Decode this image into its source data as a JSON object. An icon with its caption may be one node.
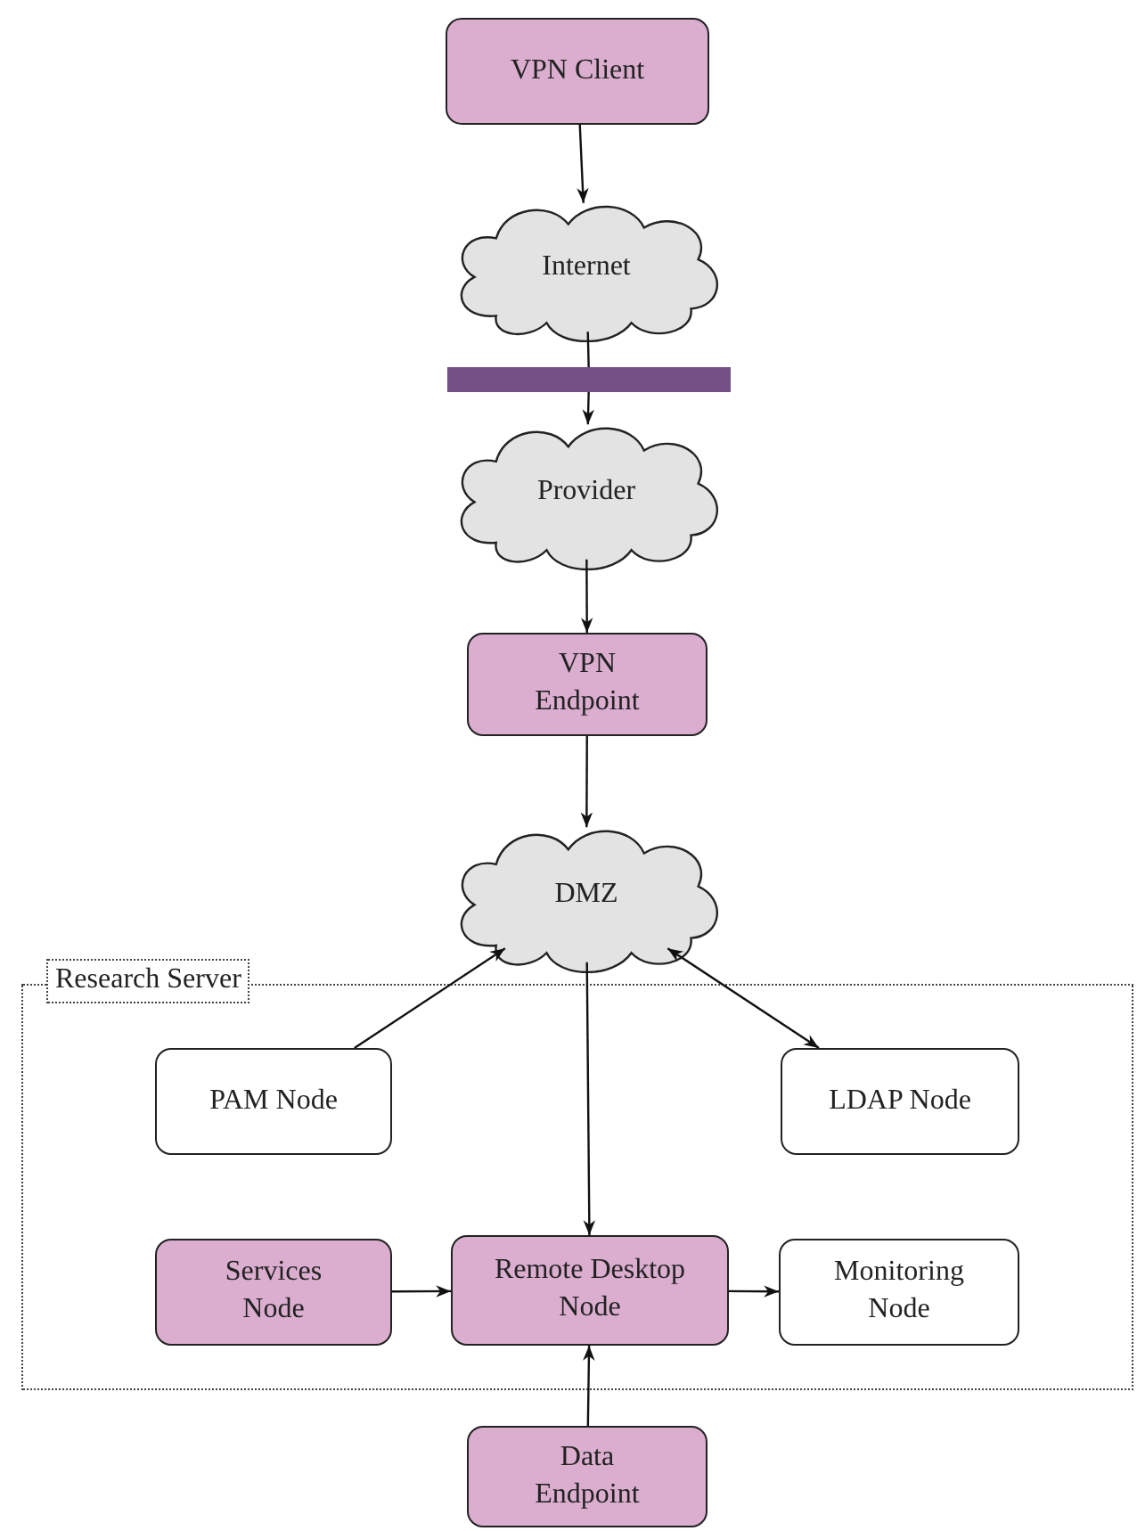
{
  "diagram": {
    "nodes": [
      {
        "text": [
          "VPN Client"
        ]
      },
      {
        "text": [
          "Internet"
        ]
      },
      {
        "text": [],
        "shape": "bar"
      },
      {
        "text": [
          "Provider"
        ]
      },
      {
        "text": [
          "VPN Endpoint"
        ]
      },
      {
        "text": [
          "DMZ"
        ]
      },
      {
        "text": [
          "Research Server"
        ]
      },
      {
        "text": [
          "PAM Node"
        ],
        "in": 6
      },
      {
        "text": [
          "LDAP Node"
        ],
        "in": 6
      },
      {
        "text": [
          "Services Node"
        ],
        "in": 6
      },
      {
        "text": [
          "Remote Desktop Node"
        ],
        "in": 6
      },
      {
        "text": [
          "Monitoring Node"
        ],
        "in": 6
      },
      {
        "text": [
          "Data Endpoint"
        ]
      }
    ],
    "edges": [
      {
        "from": 0,
        "to": 1,
        "arrow": "to"
      },
      {
        "from": 1,
        "to": 2,
        "arrow": "none"
      },
      {
        "from": 2,
        "to": 3,
        "arrow": "to"
      },
      {
        "from": 3,
        "to": 4,
        "arrow": "to"
      },
      {
        "from": 4,
        "to": 5,
        "arrow": "to"
      },
      {
        "from": 7,
        "to": 5,
        "arrow": "to"
      },
      {
        "from": 5,
        "to": 8,
        "arrow": "both"
      },
      {
        "from": 5,
        "to": 10,
        "arrow": "to"
      },
      {
        "from": 9,
        "to": 10,
        "arrow": "to"
      },
      {
        "from": 10,
        "to": 11,
        "arrow": "to"
      },
      {
        "from": 12,
        "to": 10,
        "arrow": "to"
      }
    ]
  }
}
